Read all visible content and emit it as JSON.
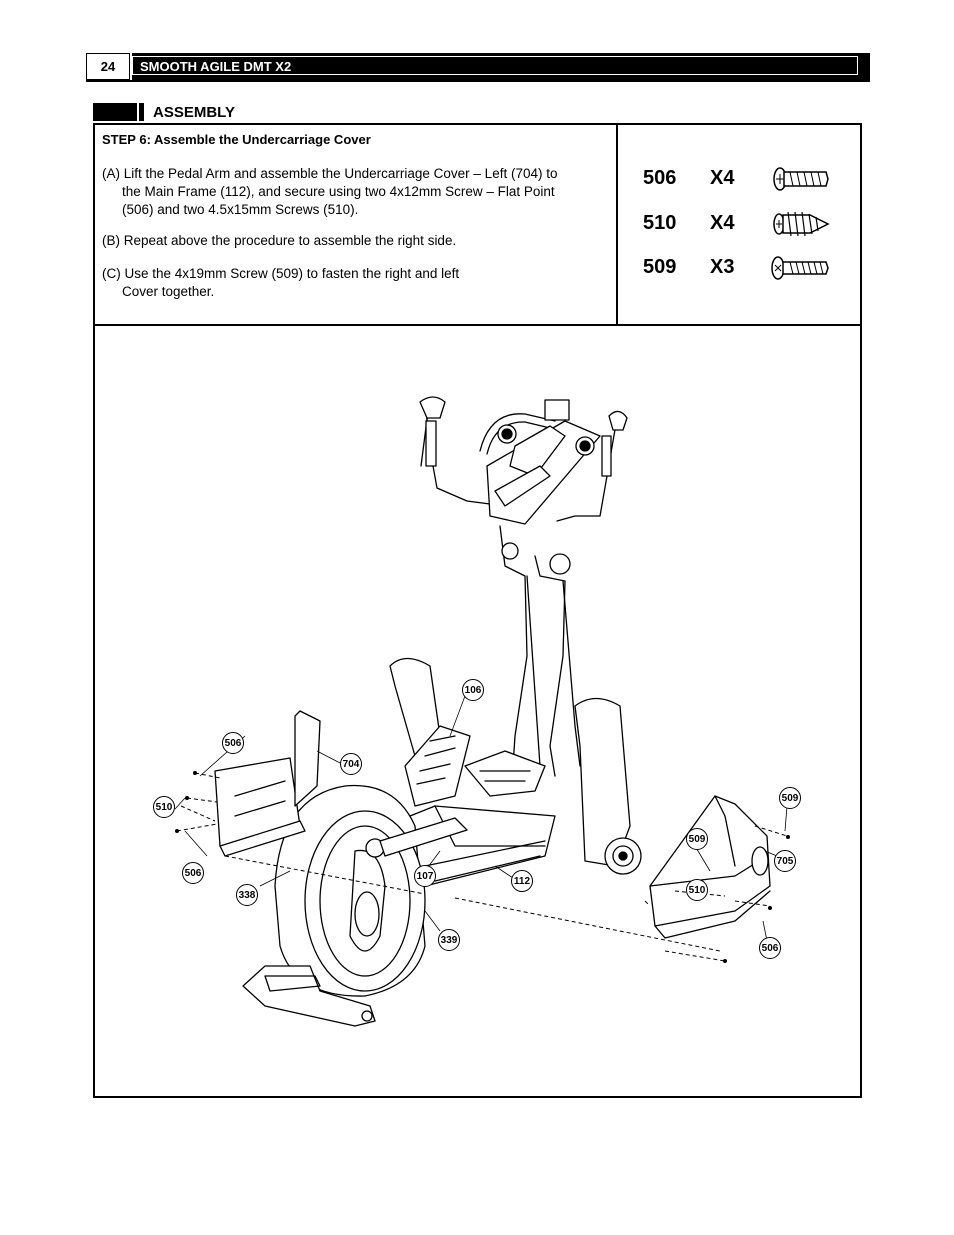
{
  "header": {
    "page_number": "24",
    "title": "SMOOTH AGILE DMT X2"
  },
  "section": {
    "title": "ASSEMBLY"
  },
  "step": {
    "label": "STEP 6",
    "title": ": Assemble the Undercarriage Cover",
    "a_line1": "(A) Lift the Pedal Arm and assemble the Undercarriage Cover – Left (704) to",
    "a_line2": "the Main Frame (112), and secure using two 4x12mm Screw – Flat Point",
    "a_line3": "(506) and two 4.5x15mm Screws (510).",
    "b": "(B) Repeat above the procedure to assemble the right side.",
    "c_line1": "(C) Use the 4x19mm Screw (509) to fasten the right and left",
    "c_line2": "Cover together."
  },
  "hardware": [
    {
      "part": "506",
      "qty": "X4",
      "icon": "flat-point-screw-icon"
    },
    {
      "part": "510",
      "qty": "X4",
      "icon": "self-tapping-screw-icon"
    },
    {
      "part": "509",
      "qty": "X3",
      "icon": "machine-screw-icon"
    }
  ],
  "callouts": {
    "c106": "106",
    "c506a": "506",
    "c704": "704",
    "c510a": "510",
    "c506b": "506",
    "c338": "338",
    "c107": "107",
    "c112": "112",
    "c339": "339",
    "c509a": "509",
    "c509b": "509",
    "c705": "705",
    "c510b": "510",
    "c506c": "506"
  }
}
